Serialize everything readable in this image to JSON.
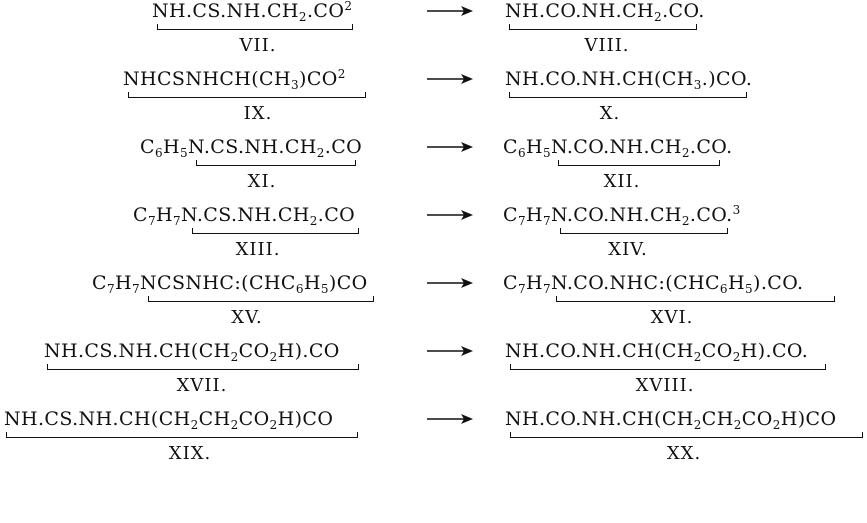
{
  "reactions": [
    {
      "reactant": {
        "formula": "NH.CS.NH.CH_2.CO^2",
        "label": "VII."
      },
      "product": {
        "formula": "NH.CO.NH.CH_2.CO.",
        "label": "VIII."
      }
    },
    {
      "reactant": {
        "formula": "NHCSNHCH(CH_3)CO^2",
        "label": "IX."
      },
      "product": {
        "formula": "NH.CO.NH.CH(CH_3.)CO.",
        "label": "X."
      }
    },
    {
      "reactant": {
        "formula": "C_6H_5N.CS.NH.CH_2.CO",
        "label": "XI."
      },
      "product": {
        "formula": "C_6H_5N.CO.NH.CH_2.CO.",
        "label": "XII."
      }
    },
    {
      "reactant": {
        "formula": "C_7H_7N.CS.NH.CH_2.CO",
        "label": "XIII."
      },
      "product": {
        "formula": "C_7H_7N.CO.NH.CH_2.CO.^3",
        "label": "XIV."
      }
    },
    {
      "reactant": {
        "formula": "C_7H_7NCSNHC:(CHC_6H_5)CO",
        "label": "XV."
      },
      "product": {
        "formula": "C_7H_7N.CO.NHC:(CHC_6H_5).CO.",
        "label": "XVI."
      }
    },
    {
      "reactant": {
        "formula": "NH.CS.NH.CH(CH_2CO_2H).CO",
        "label": "XVII."
      },
      "product": {
        "formula": "NH.CO.NH.CH(CH_2CO_2H).CO.",
        "label": "XVIII."
      }
    },
    {
      "reactant": {
        "formula": "NH.CS.NH.CH(CH_2CH_2CO_2H)CO",
        "label": "XIX."
      },
      "product": {
        "formula": "NH.CO.NH.CH(CH_2CH_2CO_2H)CO",
        "label": "XX."
      }
    }
  ]
}
